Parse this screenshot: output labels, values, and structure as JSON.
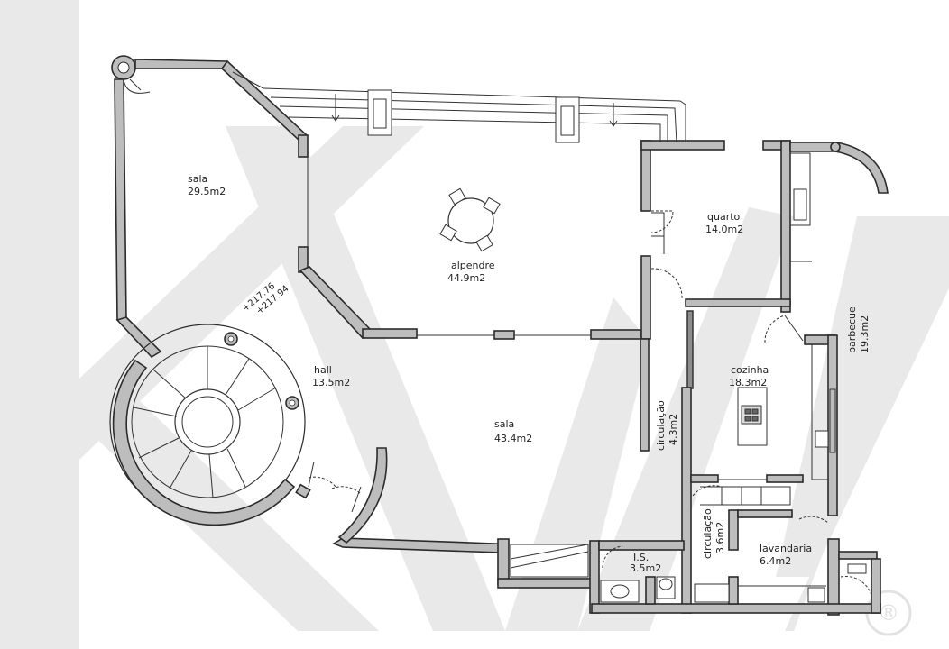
{
  "rooms": {
    "sala_top": {
      "name": "sala",
      "area": "29.5m2"
    },
    "alpendre": {
      "name": "alpendre",
      "area": "44.9m2"
    },
    "quarto": {
      "name": "quarto",
      "area": "14.0m2"
    },
    "barbecue": {
      "name": "barbecue",
      "area": "19.3m2"
    },
    "hall": {
      "name": "hall",
      "area": "13.5m2"
    },
    "circulacao_1": {
      "name": "circulação",
      "area": "4.3m2"
    },
    "cozinha": {
      "name": "cozinha",
      "area": "18.3m2"
    },
    "sala_main": {
      "name": "sala",
      "area": "43.4m2"
    },
    "circulacao_2": {
      "name": "circulação",
      "area": "3.6m2"
    },
    "lavandaria": {
      "name": "lavandaria",
      "area": "6.4m2"
    },
    "is": {
      "name": "I.S.",
      "area": "3.5m2"
    }
  },
  "levels": {
    "upper": "+217.76",
    "lower": "+217.94"
  },
  "watermark": {
    "registered_mark": "®"
  },
  "colors": {
    "wall_fill": "#bdbdbd",
    "wall_dark": "#8d8d8d",
    "line": "#2b2b2b",
    "watermark": "#e9e9e9"
  }
}
